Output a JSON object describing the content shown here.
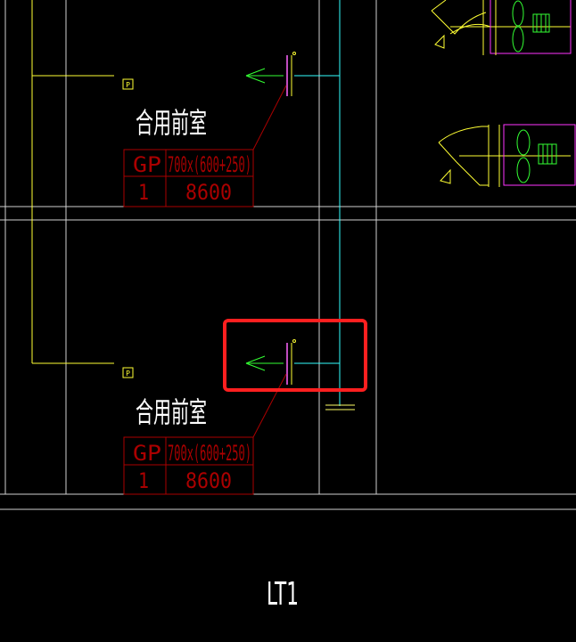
{
  "colors": {
    "background": "#000000",
    "wall": "#d9d9d9",
    "yellow": "#ffff33",
    "cyan": "#33ffff",
    "green": "#33ff33",
    "red_table": "#aa0000",
    "magenta": "#ff33ff",
    "highlight": "#ff1f1f"
  },
  "icons": {
    "p_tag": "P"
  },
  "room_upper": {
    "name": "合用前室",
    "table": {
      "code": "GP",
      "size": "700x(600+250)",
      "count": "1",
      "airflow": "8600"
    }
  },
  "room_lower": {
    "name": "合用前室",
    "table": {
      "code": "GP",
      "size": "700x(600+250)",
      "count": "1",
      "airflow": "8600"
    }
  },
  "stair_label": "LT1",
  "selection": {
    "active": true
  }
}
